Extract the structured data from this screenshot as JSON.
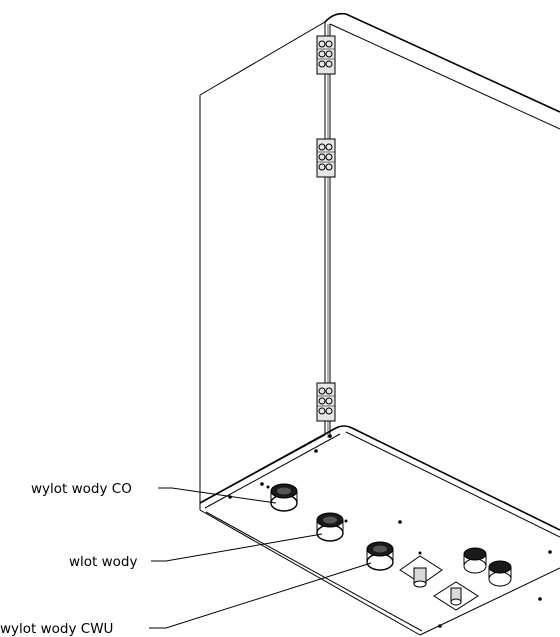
{
  "labels": {
    "outlet_co": "wylot wody CO",
    "inlet": "wlot wody",
    "outlet_cwu": "wylot wody CWU"
  }
}
